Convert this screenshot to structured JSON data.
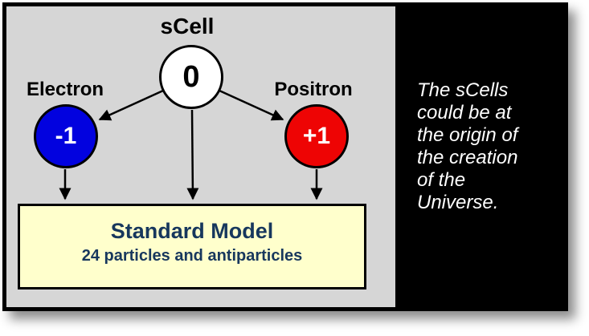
{
  "diagram": {
    "scell": {
      "label": "sCell",
      "charge": "0"
    },
    "electron": {
      "label": "Electron",
      "charge": "-1"
    },
    "positron": {
      "label": "Positron",
      "charge": "+1"
    },
    "standard_model": {
      "title": "Standard Model",
      "subtitle": "24 particles and antiparticles"
    },
    "edges": [
      {
        "from": "sCell",
        "to": "Electron"
      },
      {
        "from": "sCell",
        "to": "Positron"
      },
      {
        "from": "sCell",
        "to": "Standard Model"
      },
      {
        "from": "Electron",
        "to": "Standard Model"
      },
      {
        "from": "Positron",
        "to": "Standard Model"
      }
    ]
  },
  "sidebar": {
    "lines": [
      "The sCells",
      "could be at",
      "the origin of",
      "the creation",
      "of the",
      "Universe."
    ]
  },
  "colors": {
    "canvas_bg": "#D6D6D6",
    "scell_fill": "#FFFFFF",
    "electron_fill": "#0202DF",
    "positron_fill": "#EE0404",
    "model_box_bg": "#FFFFCC",
    "model_text": "#17375D",
    "sidebar_bg": "#000000",
    "sidebar_text": "#FFFFFF"
  }
}
